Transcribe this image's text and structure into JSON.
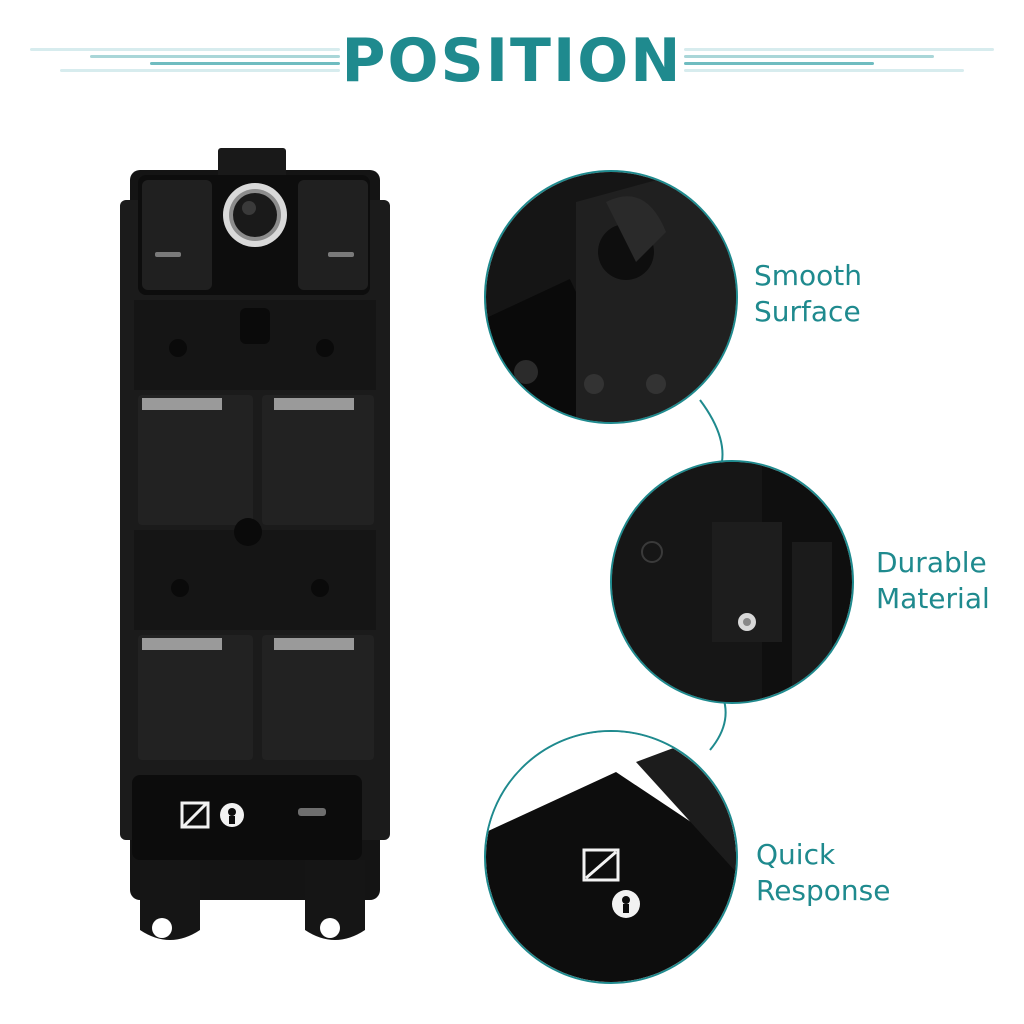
{
  "header": {
    "title": "POSITION"
  },
  "features": [
    {
      "label": "Smooth\nSurface"
    },
    {
      "label": "Durable\nMaterial"
    },
    {
      "label": "Quick\nResponse"
    }
  ],
  "colors": {
    "accent": "#1f8a8e",
    "stripe_light": "#a9d6d8",
    "product": "#111111"
  },
  "icons": [
    "window-lock-icon",
    "child-lock-icon"
  ]
}
